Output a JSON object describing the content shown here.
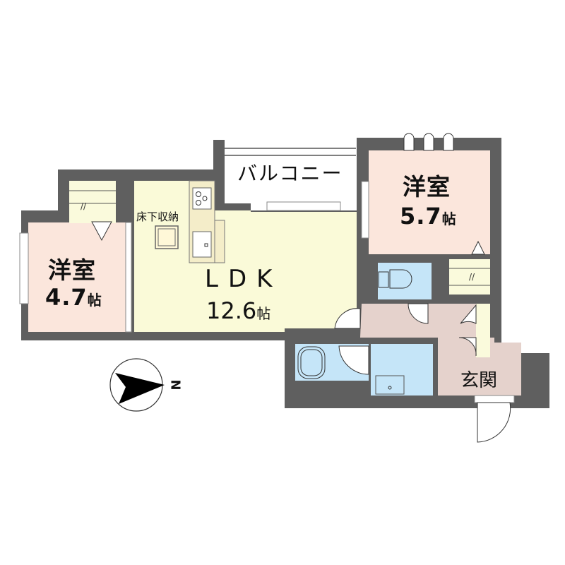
{
  "plan": {
    "colors": {
      "wall": "#5f5f5f",
      "western_room": "#fbe6dc",
      "ldk": "#fafad8",
      "wet_area": "#c5e5f8",
      "hall": "#e5d2cc",
      "storage": "#fafadc",
      "balcony": "#ffffff"
    },
    "rooms": [
      {
        "id": "western-room-1",
        "name": "洋室",
        "size": "4.7",
        "unit": "帖"
      },
      {
        "id": "ldk",
        "name": "LDK",
        "size": "12.6",
        "unit": "帖"
      },
      {
        "id": "western-room-2",
        "name": "洋室",
        "size": "5.7",
        "unit": "帖"
      },
      {
        "id": "balcony",
        "name": "バルコニー"
      },
      {
        "id": "entrance",
        "name": "玄関"
      },
      {
        "id": "underfloor-storage",
        "name": "床下収納"
      }
    ],
    "compass": {
      "label": "N",
      "icon": "north-arrow-icon"
    }
  }
}
